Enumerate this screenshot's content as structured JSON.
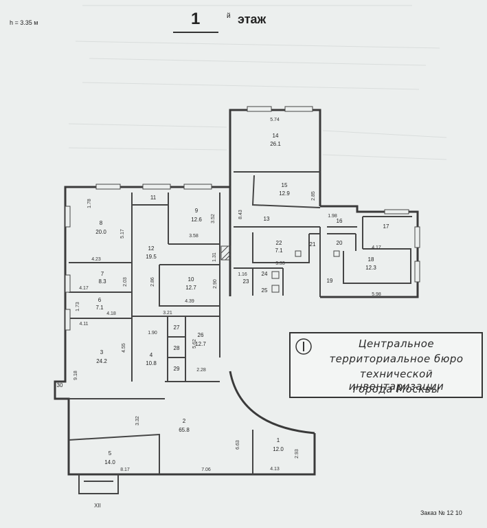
{
  "header": {
    "height_label": "h = 3.35 м",
    "floor_number": "1",
    "floor_suffix": "й",
    "floor_word": "этаж"
  },
  "stamp": {
    "lines": [
      "Центральное",
      "территориальное бюро",
      "технической инвентаризации",
      "города Москвы"
    ]
  },
  "footer": {
    "order": "Заказ № 12 10",
    "axis_label": "XII"
  },
  "rooms": [
    {
      "id": "room-1",
      "number": "1",
      "area": "12.0"
    },
    {
      "id": "room-2",
      "number": "2",
      "area": "65.8"
    },
    {
      "id": "room-3",
      "number": "3",
      "area": "24.2"
    },
    {
      "id": "room-4",
      "number": "4",
      "area": "10.8"
    },
    {
      "id": "room-5",
      "number": "5",
      "area": "14.0"
    },
    {
      "id": "room-6",
      "number": "6",
      "area": "7.1"
    },
    {
      "id": "room-7",
      "number": "7",
      "area": "8.3"
    },
    {
      "id": "room-8",
      "number": "8",
      "area": "20.0"
    },
    {
      "id": "room-9",
      "number": "9",
      "area": "12.6"
    },
    {
      "id": "room-10",
      "number": "10",
      "area": "12.7"
    },
    {
      "id": "room-11",
      "number": "11",
      "area": ""
    },
    {
      "id": "room-12",
      "number": "12",
      "area": "19.5"
    },
    {
      "id": "room-13",
      "number": "13",
      "area": ""
    },
    {
      "id": "room-14",
      "number": "14",
      "area": "26.1"
    },
    {
      "id": "room-15",
      "number": "15",
      "area": "12.9"
    },
    {
      "id": "room-16",
      "number": "16",
      "area": ""
    },
    {
      "id": "room-17",
      "number": "17",
      "area": ""
    },
    {
      "id": "room-18",
      "number": "18",
      "area": "12.3"
    },
    {
      "id": "room-19",
      "number": "19",
      "area": ""
    },
    {
      "id": "room-20",
      "number": "20",
      "area": ""
    },
    {
      "id": "room-21",
      "number": "21",
      "area": ""
    },
    {
      "id": "room-22",
      "number": "22",
      "area": "7.1"
    },
    {
      "id": "room-23",
      "number": "23",
      "area": ""
    },
    {
      "id": "room-24",
      "number": "24",
      "area": ""
    },
    {
      "id": "room-25",
      "number": "25",
      "area": ""
    },
    {
      "id": "room-26",
      "number": "26",
      "area": "12.7"
    },
    {
      "id": "room-27",
      "number": "27",
      "area": ""
    },
    {
      "id": "room-28",
      "number": "28",
      "area": ""
    },
    {
      "id": "room-29",
      "number": "29",
      "area": ""
    },
    {
      "id": "room-30",
      "number": "30",
      "area": ""
    }
  ],
  "dimensions": [
    "5.74",
    "2.85",
    "8.43",
    "1.78",
    "5.17",
    "4.23",
    "4.17",
    "2.03",
    "1.73",
    "4.18",
    "4.11",
    "3.52",
    "3.58",
    "1.31",
    "2.86",
    "2.90",
    "4.39",
    "3.21",
    "1.90",
    "5.62",
    "2.28",
    "4.55",
    "9.18",
    "3.32",
    "8.17",
    "7.06",
    "6.63",
    "2.93",
    "4.13",
    "1.98",
    "4.17",
    "5.98",
    "3.33",
    "1.16"
  ]
}
